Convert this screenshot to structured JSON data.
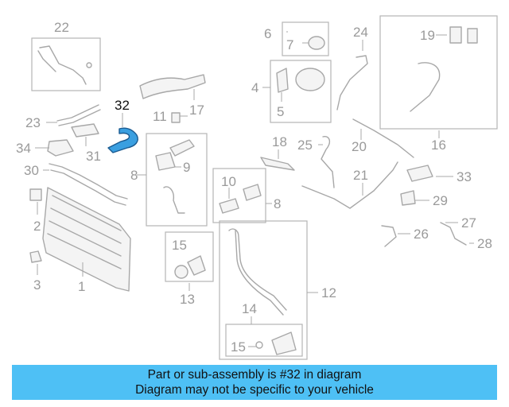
{
  "diagram": {
    "highlight_color": "#3a9fe0",
    "banner_color": "#4ec0f5",
    "part_color": "#a8a8a8",
    "highlighted_part": "32",
    "callouts": {
      "p1": "1",
      "p2": "2",
      "p3": "3",
      "p4": "4",
      "p5": "5",
      "p6": "6",
      "p7": "7",
      "p8a": "8",
      "p8b": "8",
      "p9": "9",
      "p10": "10",
      "p11": "11",
      "p12": "12",
      "p13": "13",
      "p14": "14",
      "p15a": "15",
      "p15b": "15",
      "p16": "16",
      "p17": "17",
      "p18": "18",
      "p19": "19",
      "p20": "20",
      "p21": "21",
      "p22": "22",
      "p23": "23",
      "p24": "24",
      "p25": "25",
      "p26": "26",
      "p27": "27",
      "p28": "28",
      "p29": "29",
      "p30": "30",
      "p31": "31",
      "p32": "32",
      "p33": "33",
      "p34": "34"
    }
  },
  "banner": {
    "line1": "Part or sub-assembly is #32 in diagram",
    "line2": "Diagram may not be specific to your vehicle"
  }
}
